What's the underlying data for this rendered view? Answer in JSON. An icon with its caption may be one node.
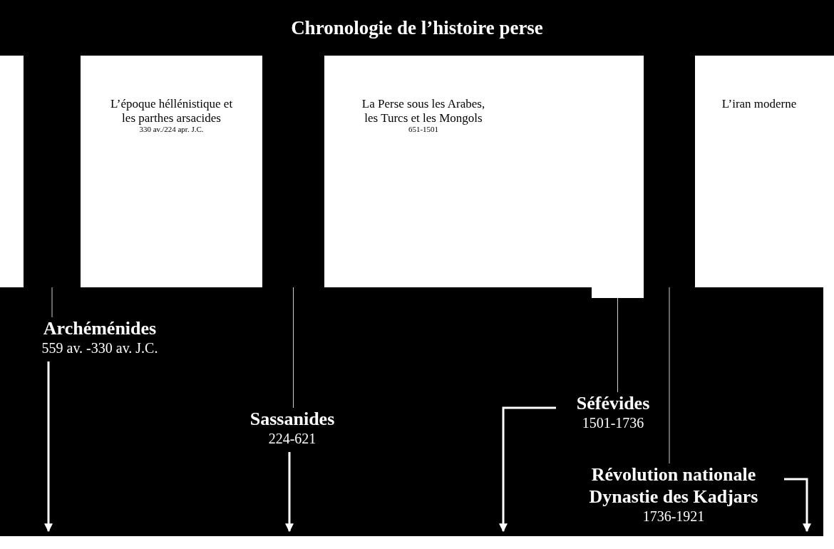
{
  "diagram": {
    "title": "Chronologie de l’histoire perse",
    "nodes": [
      {
        "text": [],
        "shape": "bar"
      },
      {
        "text": [
          "L’époque héllénistique et les parthes arsacides",
          "330 av./224 apr. J.C."
        ]
      },
      {
        "text": [],
        "shape": "bar"
      },
      {
        "text": [
          "La Perse sous les Arabes, les Turcs et les Mongols",
          "651-1501"
        ]
      },
      {
        "text": [],
        "shape": "box"
      },
      {
        "text": [],
        "shape": "bar"
      },
      {
        "text": [
          "L’iran moderne"
        ]
      },
      {
        "text": [
          "Archéménides",
          "559 av. -330 av. J.C."
        ]
      },
      {
        "text": [
          "Sassanides",
          "224-621"
        ]
      },
      {
        "text": [
          "Séfévides",
          "1501-1736"
        ]
      },
      {
        "text": [
          "Révolution nationale Dynastie des Kadjars",
          "1736-1921"
        ]
      }
    ],
    "edges": [
      {
        "from": 0,
        "to": 7,
        "arrow": "none"
      },
      {
        "from": 2,
        "to": 8,
        "arrow": "none"
      },
      {
        "from": 4,
        "to": 9,
        "arrow": "none"
      },
      {
        "from": 5,
        "to": 10,
        "arrow": "none"
      },
      {
        "from": 7,
        "to": null,
        "arrow": "to",
        "style": "thick"
      },
      {
        "from": 8,
        "to": null,
        "arrow": "to",
        "style": "thick"
      },
      {
        "from": 9,
        "to": null,
        "arrow": "to",
        "style": "thick"
      },
      {
        "from": 10,
        "to": null,
        "arrow": "to",
        "style": "thick"
      }
    ]
  }
}
